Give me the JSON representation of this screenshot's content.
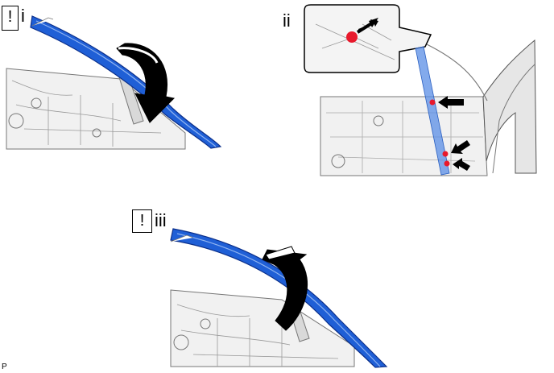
{
  "panels": [
    {
      "step": "i",
      "warning_mark": "!",
      "action": "swing-down"
    },
    {
      "step": "ii",
      "warning_mark": "",
      "action": "inspect-clips"
    },
    {
      "step": "iii",
      "warning_mark": "!",
      "action": "swing-up"
    }
  ],
  "figure_id": "P",
  "colors": {
    "glass_run_blue": "#1f5fd6",
    "glass_run_dark": "#0b2f8a",
    "pin_red": "#e8192c",
    "arrow_black": "#000000",
    "highlight_blue": "#5a8ee6"
  },
  "icons": {
    "warning": "exclamation-box-icon",
    "rotate_down": "curved-arrow-down-icon",
    "rotate_up": "curved-arrow-up-icon",
    "pointer": "black-pointer-arrow-icon"
  }
}
